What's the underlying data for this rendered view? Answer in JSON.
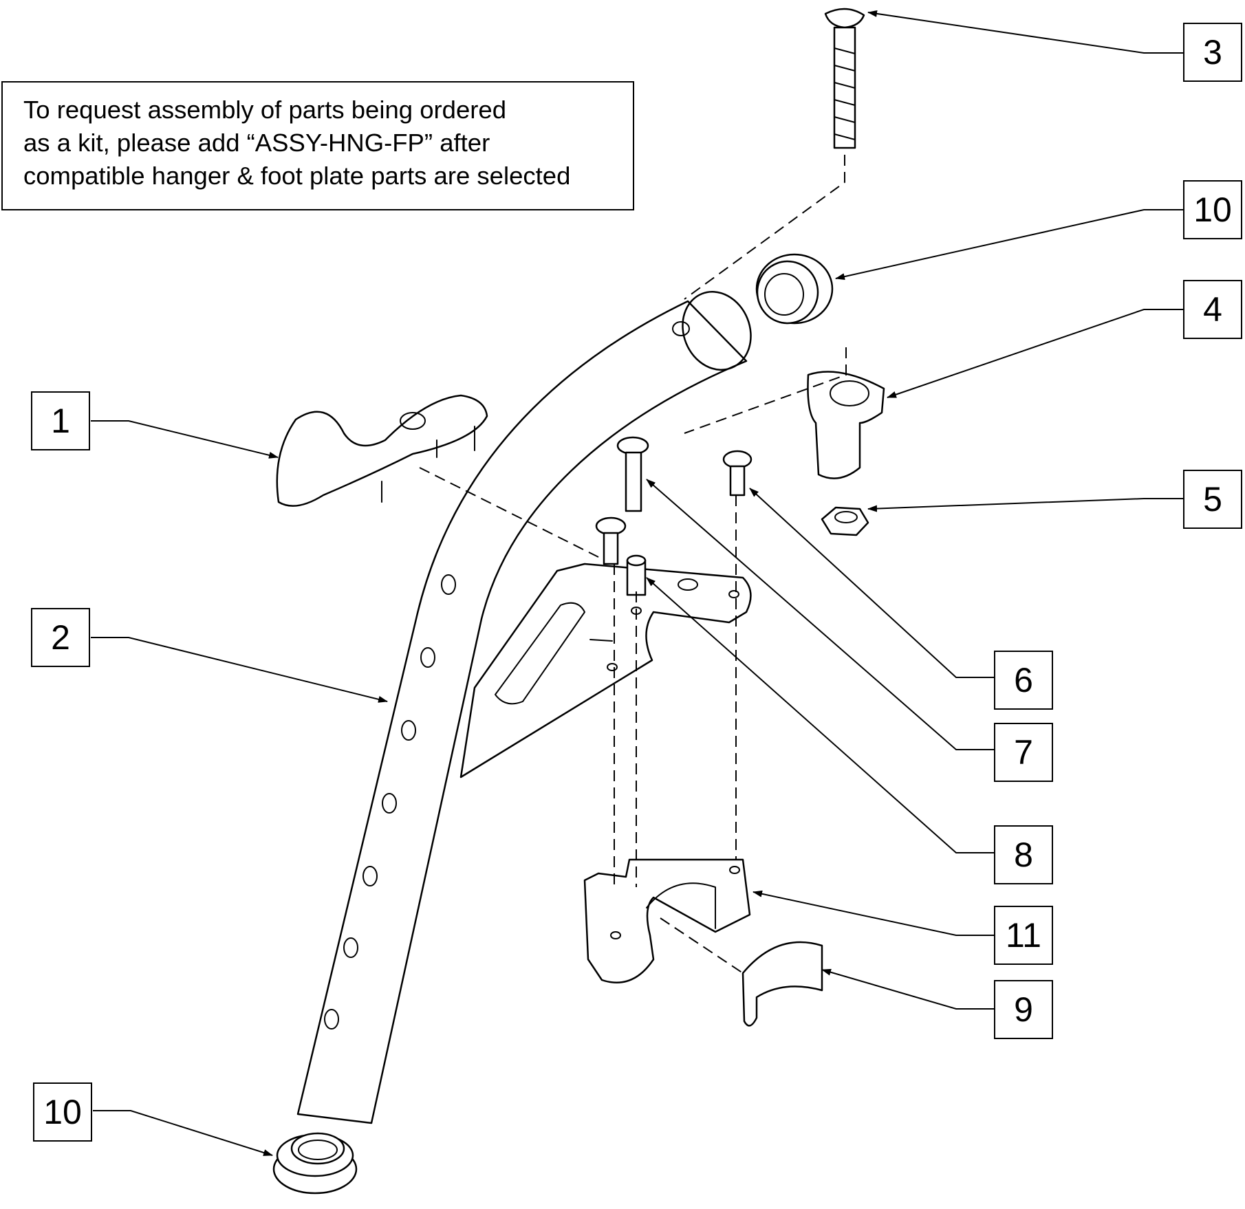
{
  "note": {
    "lines": [
      "To request assembly of parts being ordered",
      "as a kit, please add “ASSY-HNG-FP” after",
      "compatible hanger & foot plate parts are selected"
    ]
  },
  "callouts": [
    {
      "id": "c1",
      "label": "1"
    },
    {
      "id": "c2",
      "label": "2"
    },
    {
      "id": "c3",
      "label": "3"
    },
    {
      "id": "c10a",
      "label": "10"
    },
    {
      "id": "c4",
      "label": "4"
    },
    {
      "id": "c5",
      "label": "5"
    },
    {
      "id": "c6",
      "label": "6"
    },
    {
      "id": "c7",
      "label": "7"
    },
    {
      "id": "c8",
      "label": "8"
    },
    {
      "id": "c11",
      "label": "11"
    },
    {
      "id": "c9",
      "label": "9"
    },
    {
      "id": "c10b",
      "label": "10"
    }
  ]
}
